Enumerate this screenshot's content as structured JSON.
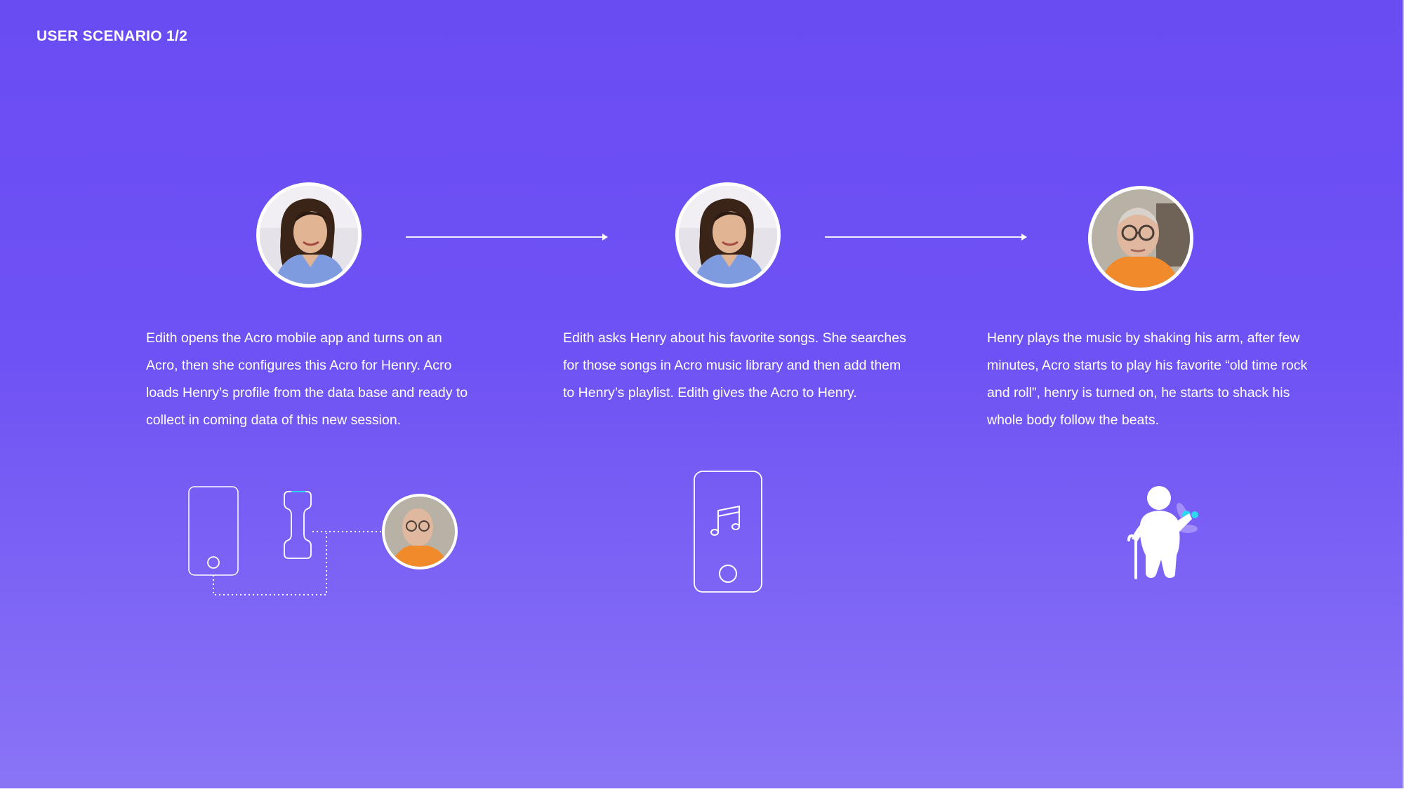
{
  "slide": {
    "title": "USER SCENARIO 1/2"
  },
  "steps": [
    {
      "avatar": "nurse-edith-photo",
      "text": "Edith opens the Acro mobile app and turns on an Acro, then she configures this Acro for Henry. Acro loads Henry’s profile from the data base and  ready to collect in coming data of this new session.",
      "illustration": "phone-acro-device-henry"
    },
    {
      "avatar": "nurse-edith-photo",
      "text": "Edith asks Henry about his favorite songs. She searches for those songs in Acro music library and then add them to Henry’s playlist. Edith gives the Acro to Henry.",
      "illustration": "phone-music-note"
    },
    {
      "avatar": "elderly-henry-photo",
      "text": "Henry plays the music by shaking his arm, after few minutes, Acro starts to play his favorite “old time rock and roll”, henry is turned on, he starts to shack his whole body follow the beats.",
      "illustration": "elderly-man-with-cane-shaking-arm"
    }
  ],
  "colors": {
    "background_top": "#6a4cf3",
    "background_bottom": "#8a74f6",
    "accent_cyan": "#2fd6f0",
    "henry_shirt": "#f08a2a",
    "edith_scrubs": "#7f9be0"
  }
}
